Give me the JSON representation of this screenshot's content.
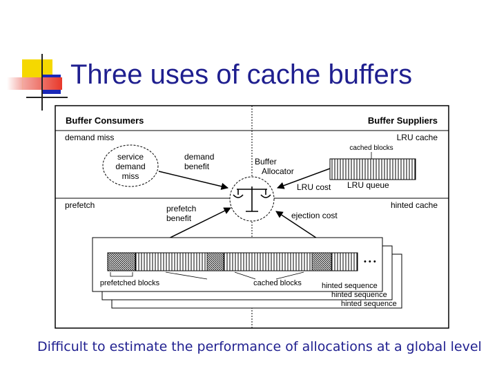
{
  "slide": {
    "title": "Three uses of cache buffers",
    "caption": "Difficult to estimate the performance of allocations at a global level",
    "accent_colors": {
      "title_blue": "#1f1f8f",
      "deco_yellow": "#f5d800",
      "deco_blue": "#1a28b8",
      "deco_red": "#e8382a"
    }
  },
  "diagram": {
    "left_header": "Buffer Consumers",
    "right_header": "Buffer Suppliers",
    "demand_miss": "demand miss",
    "lru_cache": "LRU cache",
    "cached_blocks_top": "cached blocks",
    "service_demand_miss": [
      "service",
      "demand",
      "miss"
    ],
    "demand_benefit": [
      "demand",
      "benefit"
    ],
    "buffer_allocator": [
      "Buffer",
      "Allocator"
    ],
    "lru_cost": "LRU cost",
    "lru_queue": "LRU queue",
    "prefetch": "prefetch",
    "hinted_cache": "hinted cache",
    "prefetch_benefit": [
      "prefetch",
      "benefit"
    ],
    "ejection_cost": "ejection cost",
    "ellipsis": "• • •",
    "prefetched_blocks": "prefetched blocks",
    "cached_blocks_bottom": "cached blocks",
    "hinted_sequence_labels": [
      "hinted sequence",
      "hinted sequence",
      "hinted sequence"
    ]
  }
}
